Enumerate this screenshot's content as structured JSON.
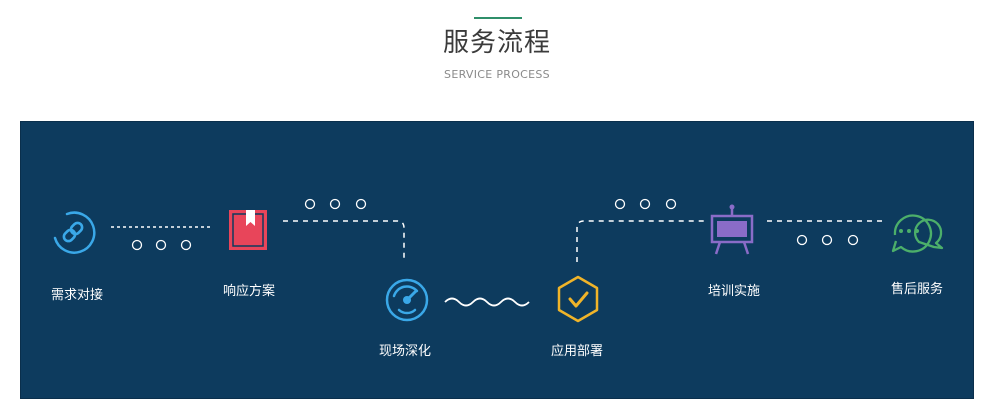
{
  "header": {
    "title": "服务流程",
    "subtitle": "SERVICE PROCESS"
  },
  "colors": {
    "accent": "#2f8f6a",
    "panel_bg": "#0d3b5e",
    "step_link": "#3aa8e8",
    "step_plan": "#e8455a",
    "step_deep": "#3aa8e8",
    "step_deploy": "#f0b429",
    "step_train": "#8a6cc8",
    "step_service": "#4caf6a"
  },
  "steps": [
    {
      "label": "需求对接",
      "icon": "link-icon"
    },
    {
      "label": "响应方案",
      "icon": "bookmark-icon"
    },
    {
      "label": "现场深化",
      "icon": "gauge-icon"
    },
    {
      "label": "应用部署",
      "icon": "check-hexagon-icon"
    },
    {
      "label": "培训实施",
      "icon": "presentation-board-icon"
    },
    {
      "label": "售后服务",
      "icon": "chat-bubbles-icon"
    }
  ]
}
